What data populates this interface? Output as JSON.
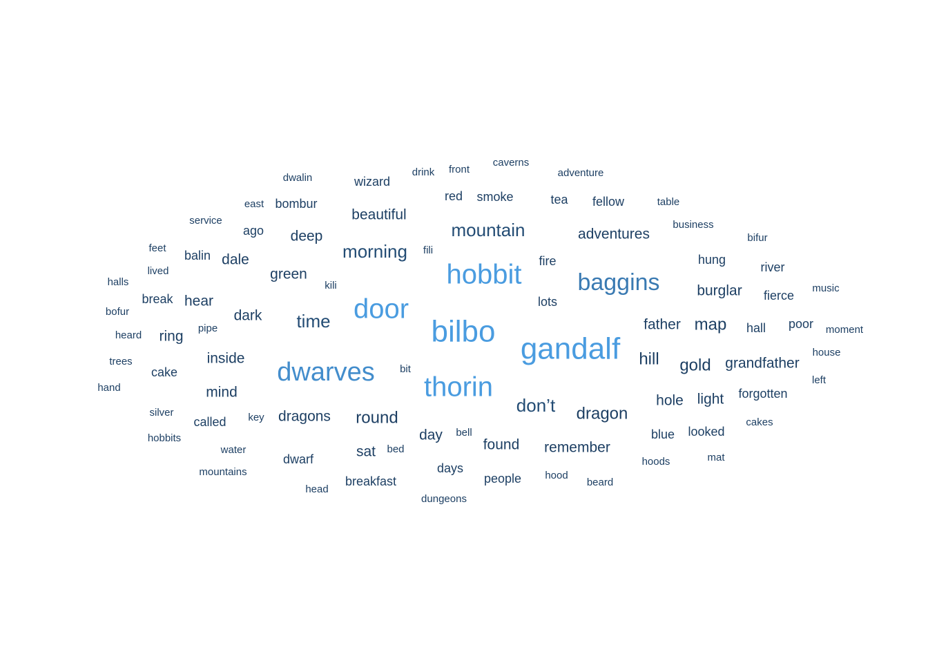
{
  "chart_data": {
    "type": "wordcloud",
    "title": "",
    "color_scale": {
      "low": "#1b3a5c",
      "high": "#4a9ce0"
    },
    "words": [
      {
        "text": "gandalf",
        "weight": 10
      },
      {
        "text": "bilbo",
        "weight": 10
      },
      {
        "text": "door",
        "weight": 9
      },
      {
        "text": "hobbit",
        "weight": 9
      },
      {
        "text": "thorin",
        "weight": 9
      },
      {
        "text": "dwarves",
        "weight": 8
      },
      {
        "text": "baggins",
        "weight": 7
      },
      {
        "text": "time",
        "weight": 5
      },
      {
        "text": "mountain",
        "weight": 5
      },
      {
        "text": "morning",
        "weight": 5
      },
      {
        "text": "don’t",
        "weight": 5
      },
      {
        "text": "round",
        "weight": 4
      },
      {
        "text": "dragon",
        "weight": 4
      },
      {
        "text": "dragons",
        "weight": 3
      },
      {
        "text": "hill",
        "weight": 4
      },
      {
        "text": "map",
        "weight": 4
      },
      {
        "text": "gold",
        "weight": 4
      },
      {
        "text": "father",
        "weight": 3
      },
      {
        "text": "dark",
        "weight": 3
      },
      {
        "text": "green",
        "weight": 3
      },
      {
        "text": "inside",
        "weight": 3
      },
      {
        "text": "adventures",
        "weight": 3
      },
      {
        "text": "found",
        "weight": 3
      },
      {
        "text": "remember",
        "weight": 3
      },
      {
        "text": "day",
        "weight": 3
      },
      {
        "text": "hole",
        "weight": 3
      },
      {
        "text": "grandfather",
        "weight": 3
      },
      {
        "text": "burglar",
        "weight": 3
      },
      {
        "text": "beautiful",
        "weight": 3
      },
      {
        "text": "deep",
        "weight": 3
      },
      {
        "text": "dale",
        "weight": 3
      },
      {
        "text": "hear",
        "weight": 3
      },
      {
        "text": "ring",
        "weight": 3
      },
      {
        "text": "mind",
        "weight": 3
      },
      {
        "text": "sat",
        "weight": 3
      },
      {
        "text": "light",
        "weight": 3
      },
      {
        "text": "hung",
        "weight": 2
      },
      {
        "text": "hall",
        "weight": 2
      },
      {
        "text": "lots",
        "weight": 2
      },
      {
        "text": "fire",
        "weight": 2
      },
      {
        "text": "tea",
        "weight": 2
      },
      {
        "text": "fellow",
        "weight": 2
      },
      {
        "text": "smoke",
        "weight": 2
      },
      {
        "text": "red",
        "weight": 2
      },
      {
        "text": "wizard",
        "weight": 2
      },
      {
        "text": "days",
        "weight": 2
      },
      {
        "text": "people",
        "weight": 2
      },
      {
        "text": "dwarf",
        "weight": 2
      },
      {
        "text": "called",
        "weight": 2
      },
      {
        "text": "cake",
        "weight": 2
      },
      {
        "text": "break",
        "weight": 2
      },
      {
        "text": "balin",
        "weight": 2
      },
      {
        "text": "ago",
        "weight": 2
      },
      {
        "text": "bombur",
        "weight": 2
      },
      {
        "text": "breakfast",
        "weight": 2
      },
      {
        "text": "blue",
        "weight": 2
      },
      {
        "text": "looked",
        "weight": 2
      },
      {
        "text": "forgotten",
        "weight": 2
      },
      {
        "text": "fierce",
        "weight": 2
      },
      {
        "text": "river",
        "weight": 2
      },
      {
        "text": "poor",
        "weight": 2
      },
      {
        "text": "hood",
        "weight": 1
      },
      {
        "text": "hoods",
        "weight": 1
      },
      {
        "text": "table",
        "weight": 1
      },
      {
        "text": "business",
        "weight": 1
      },
      {
        "text": "service",
        "weight": 1
      },
      {
        "text": "heard",
        "weight": 1
      },
      {
        "text": "trees",
        "weight": 1
      },
      {
        "text": "silver",
        "weight": 1
      },
      {
        "text": "water",
        "weight": 1
      },
      {
        "text": "lived",
        "weight": 1
      },
      {
        "text": "bed",
        "weight": 1
      },
      {
        "text": "beard",
        "weight": 1
      },
      {
        "text": "moment",
        "weight": 1
      },
      {
        "text": "house",
        "weight": 1
      },
      {
        "text": "music",
        "weight": 1
      },
      {
        "text": "cakes",
        "weight": 1
      },
      {
        "text": "mountains",
        "weight": 1
      },
      {
        "text": "dungeons",
        "weight": 1
      },
      {
        "text": "adventure",
        "weight": 1
      },
      {
        "text": "caverns",
        "weight": 1
      },
      {
        "text": "front",
        "weight": 1
      },
      {
        "text": "drink",
        "weight": 1
      },
      {
        "text": "dwalin",
        "weight": 1
      },
      {
        "text": "east",
        "weight": 1
      },
      {
        "text": "feet",
        "weight": 1
      },
      {
        "text": "halls",
        "weight": 1
      },
      {
        "text": "bofur",
        "weight": 1
      },
      {
        "text": "hand",
        "weight": 1
      },
      {
        "text": "hobbits",
        "weight": 1
      },
      {
        "text": "head",
        "weight": 1
      },
      {
        "text": "bell",
        "weight": 1
      },
      {
        "text": "pipe",
        "weight": 1
      },
      {
        "text": "key",
        "weight": 1
      },
      {
        "text": "bit",
        "weight": 1
      },
      {
        "text": "kili",
        "weight": 1
      },
      {
        "text": "fili",
        "weight": 1
      },
      {
        "text": "bifur",
        "weight": 1
      },
      {
        "text": "left",
        "weight": 1
      },
      {
        "text": "mat",
        "weight": 1
      }
    ]
  }
}
